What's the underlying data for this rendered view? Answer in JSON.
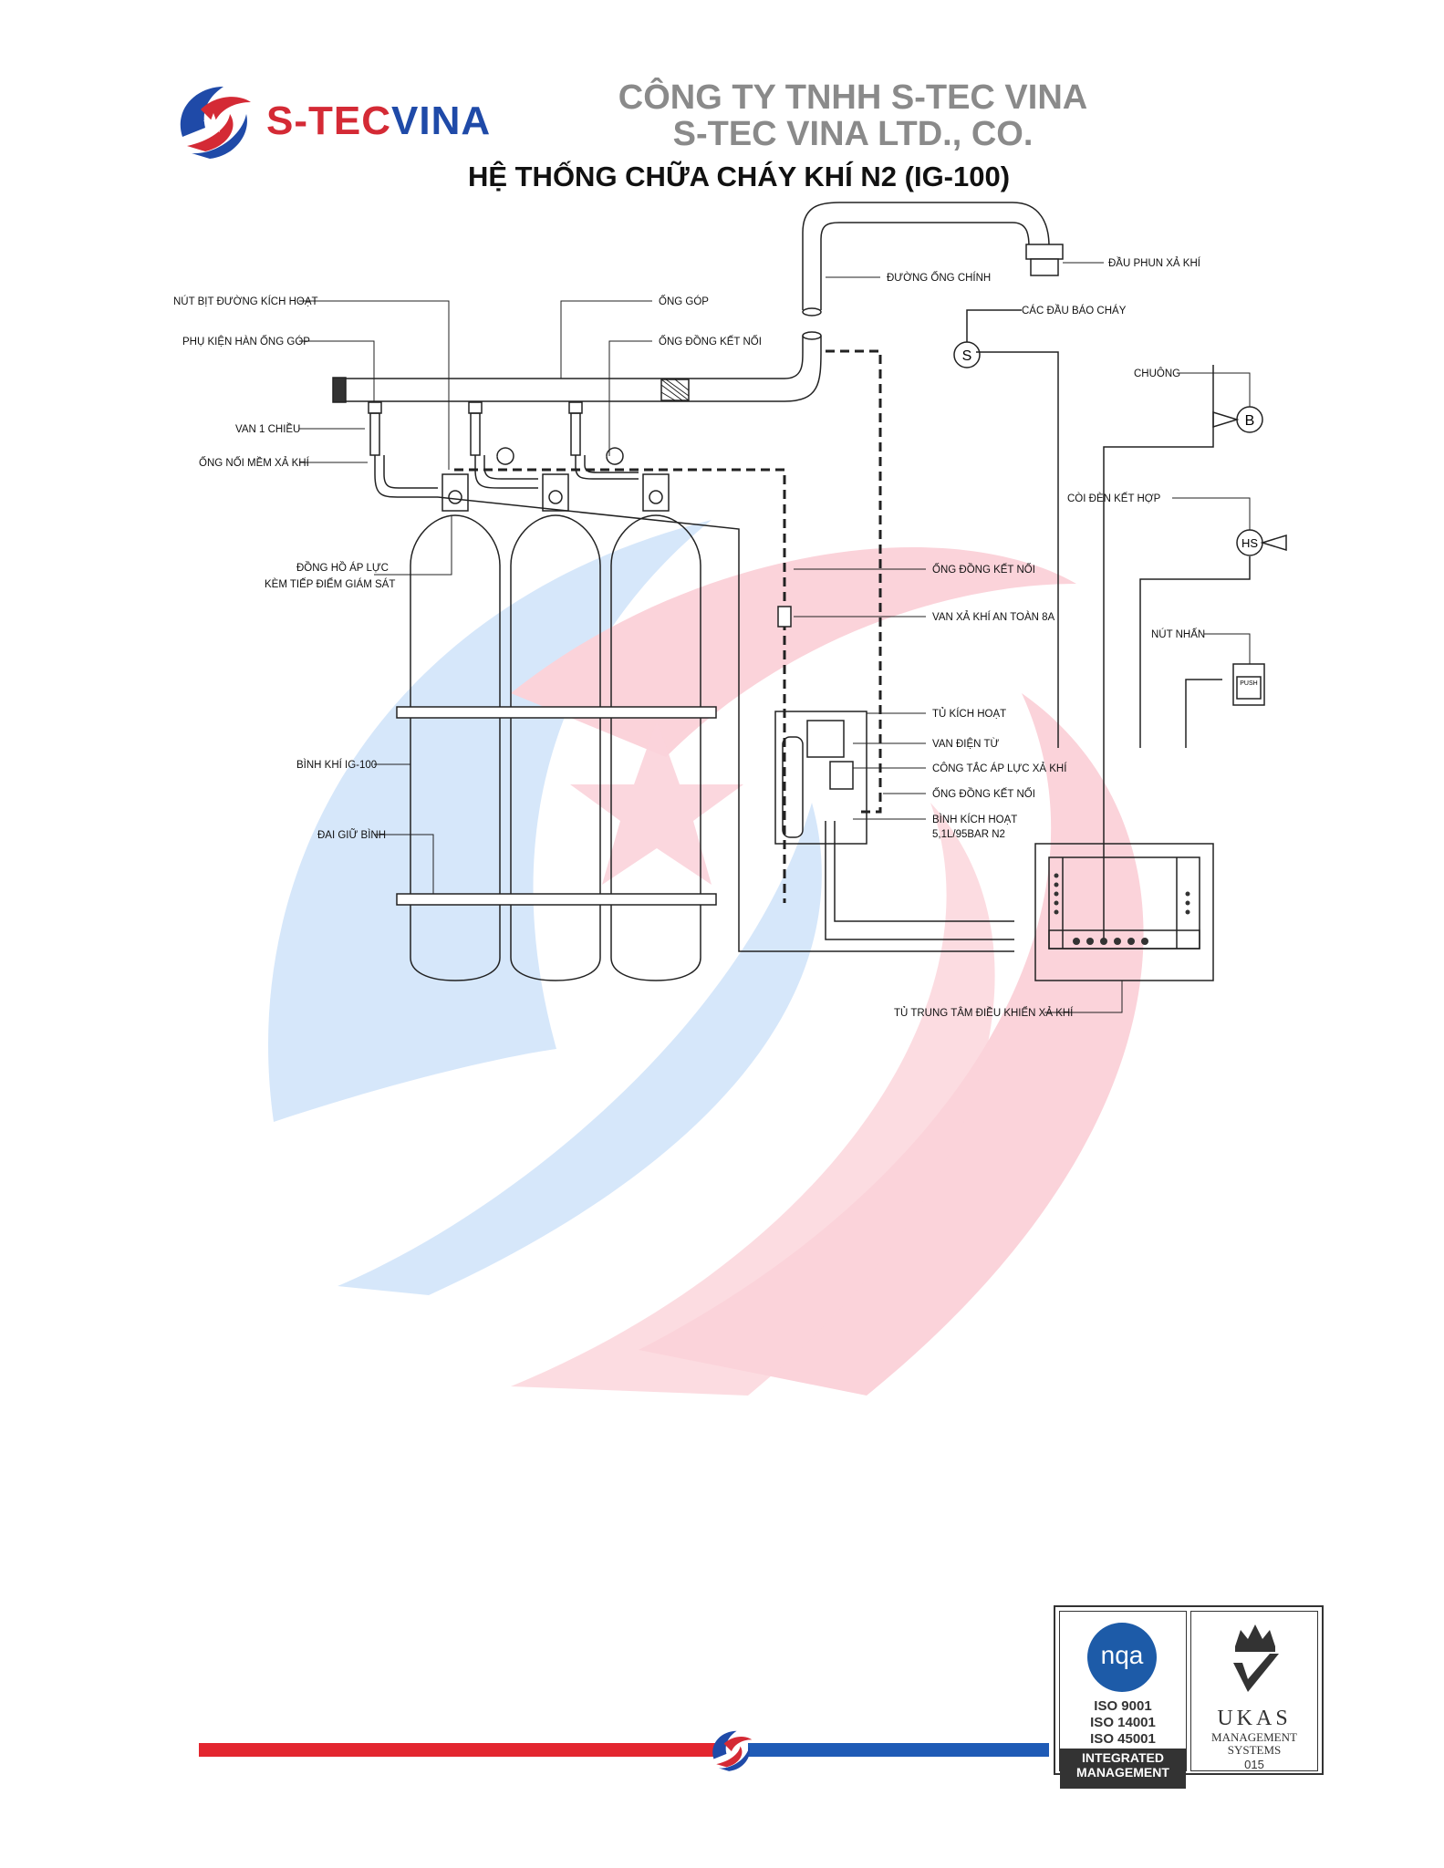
{
  "header": {
    "logo_part1": "S-TEC",
    "logo_part2": "VINA",
    "company_vi": "CÔNG TY TNHH S-TEC VINA",
    "company_en": "S-TEC VINA LTD., CO.",
    "title": "HỆ THỐNG CHỮA CHÁY KHÍ N2 (IG-100)"
  },
  "labels": {
    "nut_bit": "NÚT BỊT ĐƯỜNG KÍCH HOẠT",
    "phu_kien": "PHỤ KIỆN HÀN ỐNG GÓP",
    "van_1_chieu": "VAN 1 CHIỀU",
    "ong_noi_mem": "ỐNG NỐI MỀM XẢ KHÍ",
    "dong_ho_1": "ĐỒNG HỒ ÁP LỰC",
    "dong_ho_2": "KÈM TIẾP ĐIỂM GIÁM SÁT",
    "binh_khi": "BÌNH KHÍ IG-100",
    "dai_giu": "ĐAI GIỮ BÌNH",
    "ong_gop": "ỐNG GÓP",
    "ong_dong_1": "ỐNG ĐỒNG KẾT NỐI",
    "duong_ong": "ĐƯỜNG ỐNG CHÍNH",
    "dau_phun": "ĐẦU PHUN XẢ KHÍ",
    "dau_bao_chay": "CÁC ĐẦU BÁO CHÁY",
    "chuong": "CHUÔNG",
    "coi_den": "CÒI ĐÈN KẾT HỢP",
    "nut_nhan": "NÚT NHẤN",
    "ong_dong_2": "ỐNG ĐỒNG KẾT NỐI",
    "van_xa": "VAN XẢ KHÍ AN TOÀN 8A",
    "tu_kich_hoat": "TỦ KÍCH HOẠT",
    "van_dien_tu": "VAN ĐIỆN TỪ",
    "cong_tac": "CÔNG TẮC ÁP LỰC XẢ KHÍ",
    "ong_dong_3": "ỐNG ĐỒNG KẾT NỐI",
    "binh_kich_1": "BÌNH KÍCH HOẠT",
    "binh_kich_2": "5,1L/95BAR N2",
    "tu_trung_tam": "TỦ TRUNG TÂM ĐIỀU KHIỂN XẢ KHÍ"
  },
  "symbols": {
    "smoke": "S",
    "bell": "B",
    "horn_strobe": "HS",
    "push": "PUSH"
  },
  "certification": {
    "nqa": "nqa",
    "iso_1": "ISO 9001",
    "iso_2": "ISO 14001",
    "iso_3": "ISO 45001",
    "integrated_1": "INTEGRATED",
    "integrated_2": "MANAGEMENT",
    "ukas": "UKAS",
    "ukas_sub1": "MANAGEMENT",
    "ukas_sub2": "SYSTEMS",
    "ukas_num": "015"
  },
  "colors": {
    "brand_red": "#d42a35",
    "brand_blue": "#1f4aa8",
    "watermark_red": "#fbd3da",
    "watermark_blue": "#cfe3f8"
  }
}
